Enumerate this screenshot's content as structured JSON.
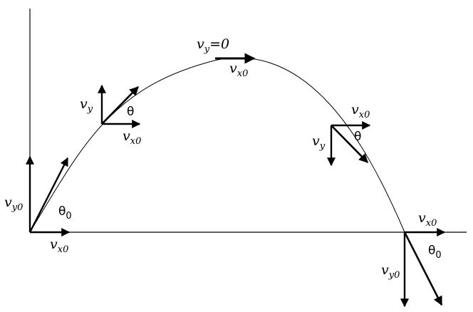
{
  "labels": {
    "vy0_left": {
      "main": "v",
      "sub": "y0"
    },
    "vx0_left": {
      "main": "v",
      "sub": "x0"
    },
    "theta0_left": {
      "main": "θ",
      "sub": "0"
    },
    "vy_rising": {
      "main": "v",
      "sub": "y"
    },
    "vx0_rising": {
      "main": "v",
      "sub": "x0"
    },
    "theta_rising": {
      "main": "θ"
    },
    "vy_top": {
      "main": "v",
      "sub": "y",
      "suffix": "=0"
    },
    "vx0_top": {
      "main": "v",
      "sub": "x0"
    },
    "vx0_falling": {
      "main": "v",
      "sub": "x0"
    },
    "vy_falling": {
      "main": "v",
      "sub": "y"
    },
    "theta_falling": {
      "main": "θ"
    },
    "vx0_right": {
      "main": "v",
      "sub": "x0"
    },
    "vy0_right": {
      "main": "v",
      "sub": "y0"
    },
    "theta0_right": {
      "main": "θ",
      "sub": "0"
    }
  },
  "colors": {
    "ink": "#000000",
    "background": "#ffffff"
  }
}
